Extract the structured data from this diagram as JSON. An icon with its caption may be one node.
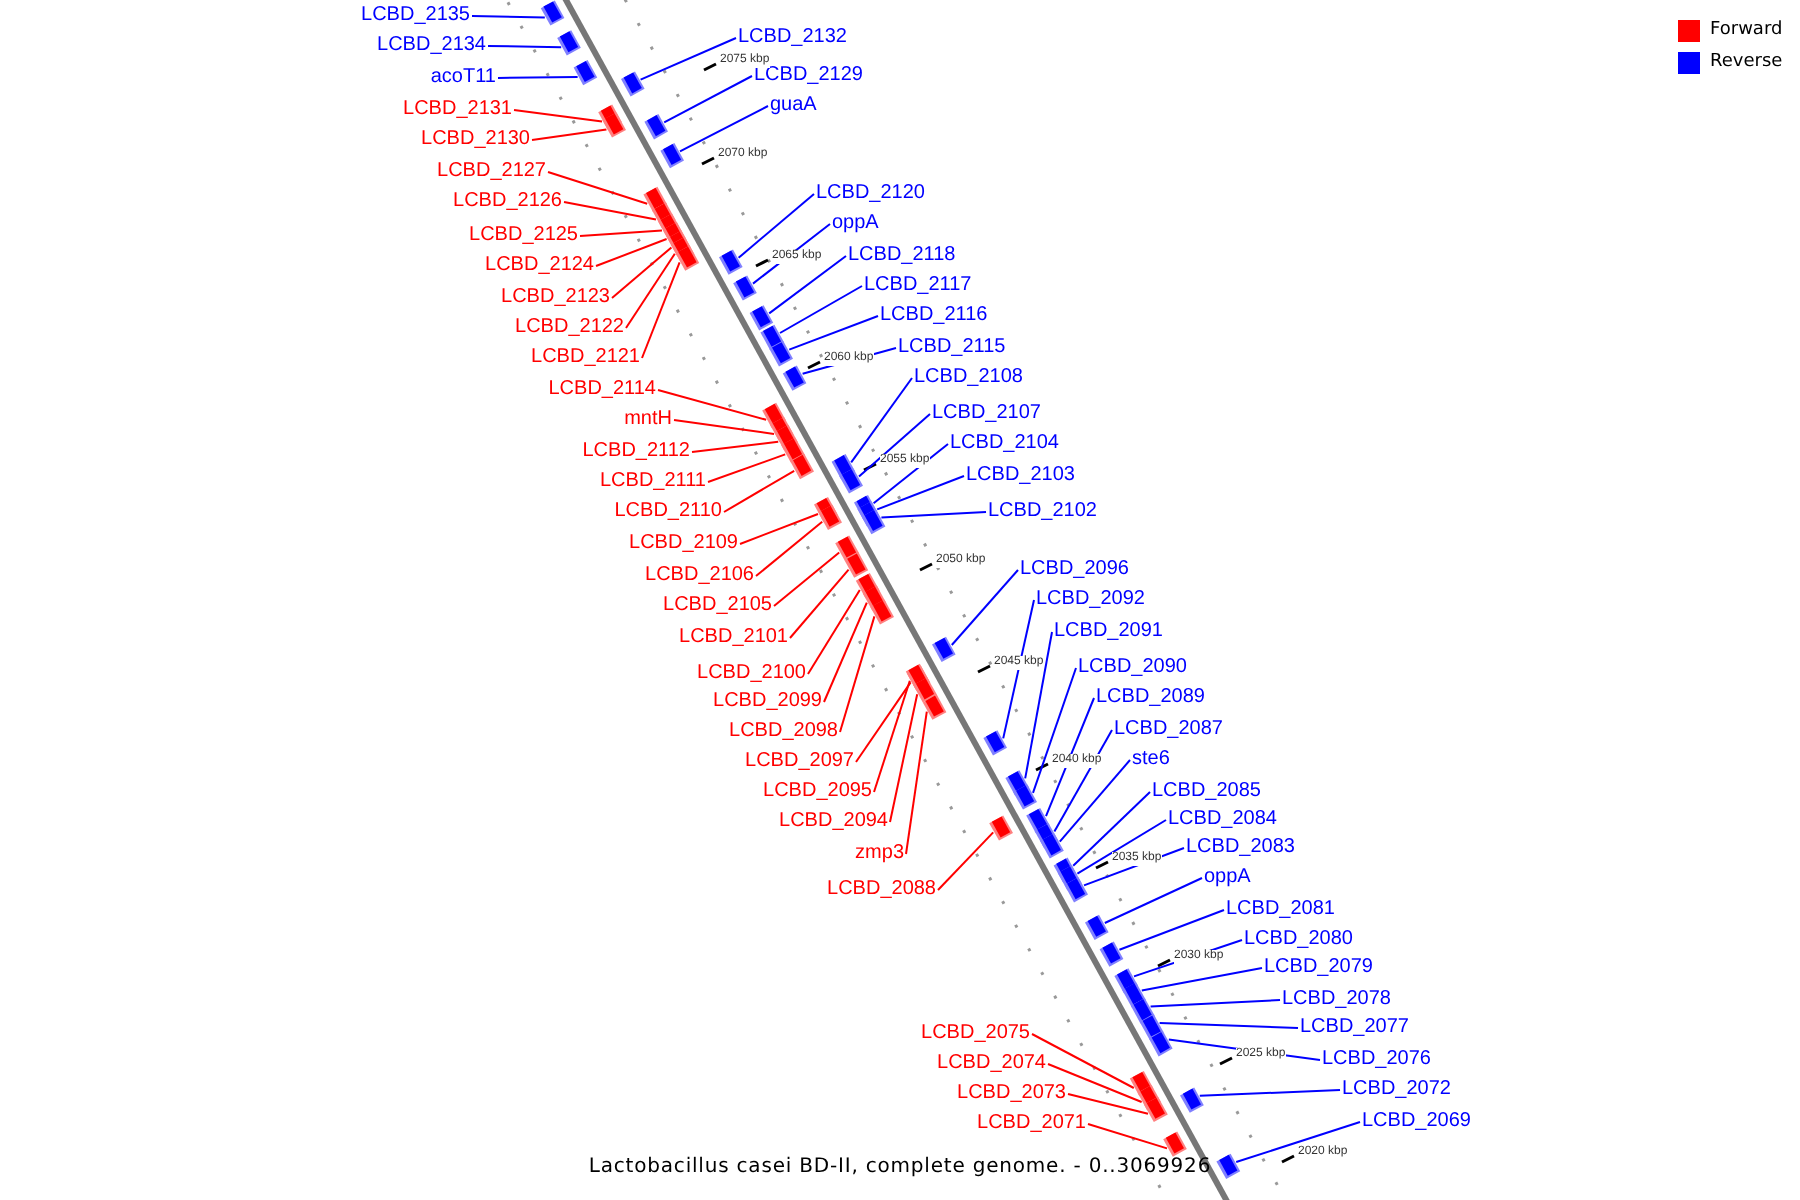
{
  "diagram": {
    "caption": "Lactobacillus casei BD-II, complete genome. - 0..3069926",
    "nodes": [
      {
        "text": [
          "LCBD_2135"
        ]
      },
      {
        "text": [
          "LCBD_2134"
        ]
      },
      {
        "text": [
          "acoT11"
        ]
      },
      {
        "text": [
          "LCBD_2131"
        ]
      },
      {
        "text": [
          "LCBD_2130"
        ]
      },
      {
        "text": [
          "LCBD_2127"
        ]
      },
      {
        "text": [
          "LCBD_2126"
        ]
      },
      {
        "text": [
          "LCBD_2125"
        ]
      },
      {
        "text": [
          "LCBD_2124"
        ]
      },
      {
        "text": [
          "LCBD_2123"
        ]
      },
      {
        "text": [
          "LCBD_2122"
        ]
      },
      {
        "text": [
          "LCBD_2121"
        ]
      },
      {
        "text": [
          "LCBD_2114"
        ]
      },
      {
        "text": [
          "mntH"
        ]
      },
      {
        "text": [
          "LCBD_2112"
        ]
      },
      {
        "text": [
          "LCBD_2111"
        ]
      },
      {
        "text": [
          "LCBD_2110"
        ]
      },
      {
        "text": [
          "LCBD_2109"
        ]
      },
      {
        "text": [
          "LCBD_2106"
        ]
      },
      {
        "text": [
          "LCBD_2105"
        ]
      },
      {
        "text": [
          "LCBD_2101"
        ]
      },
      {
        "text": [
          "LCBD_2100"
        ]
      },
      {
        "text": [
          "LCBD_2099"
        ]
      },
      {
        "text": [
          "LCBD_2098"
        ]
      },
      {
        "text": [
          "LCBD_2097"
        ]
      },
      {
        "text": [
          "LCBD_2095"
        ]
      },
      {
        "text": [
          "LCBD_2094"
        ]
      },
      {
        "text": [
          "zmp3"
        ]
      },
      {
        "text": [
          "LCBD_2088"
        ]
      },
      {
        "text": [
          "LCBD_2075"
        ]
      },
      {
        "text": [
          "LCBD_2074"
        ]
      },
      {
        "text": [
          "LCBD_2073"
        ]
      },
      {
        "text": [
          "LCBD_2071"
        ]
      },
      {
        "text": [
          "LCBD_2132"
        ]
      },
      {
        "text": [
          "LCBD_2129"
        ]
      },
      {
        "text": [
          "guaA"
        ]
      },
      {
        "text": [
          "LCBD_2120"
        ]
      },
      {
        "text": [
          "oppA"
        ]
      },
      {
        "text": [
          "LCBD_2118"
        ]
      },
      {
        "text": [
          "LCBD_2117"
        ]
      },
      {
        "text": [
          "LCBD_2116"
        ]
      },
      {
        "text": [
          "LCBD_2115"
        ]
      },
      {
        "text": [
          "LCBD_2108"
        ]
      },
      {
        "text": [
          "LCBD_2107"
        ]
      },
      {
        "text": [
          "LCBD_2104"
        ]
      },
      {
        "text": [
          "LCBD_2103"
        ]
      },
      {
        "text": [
          "LCBD_2102"
        ]
      },
      {
        "text": [
          "LCBD_2096"
        ]
      },
      {
        "text": [
          "LCBD_2092"
        ]
      },
      {
        "text": [
          "LCBD_2091"
        ]
      },
      {
        "text": [
          "LCBD_2090"
        ]
      },
      {
        "text": [
          "LCBD_2089"
        ]
      },
      {
        "text": [
          "LCBD_2087"
        ]
      },
      {
        "text": [
          "ste6"
        ]
      },
      {
        "text": [
          "LCBD_2085"
        ]
      },
      {
        "text": [
          "LCBD_2084"
        ]
      },
      {
        "text": [
          "LCBD_2083"
        ]
      },
      {
        "text": [
          "oppA"
        ]
      },
      {
        "text": [
          "LCBD_2081"
        ]
      },
      {
        "text": [
          "LCBD_2080"
        ]
      },
      {
        "text": [
          "LCBD_2079"
        ]
      },
      {
        "text": [
          "LCBD_2078"
        ]
      },
      {
        "text": [
          "LCBD_2077"
        ]
      },
      {
        "text": [
          "LCBD_2076"
        ]
      },
      {
        "text": [
          "LCBD_2072"
        ]
      },
      {
        "text": [
          "LCBD_2069"
        ]
      },
      {
        "text": [],
        "shape": "box"
      },
      {
        "text": [],
        "shape": "box"
      },
      {
        "text": [],
        "shape": "box"
      },
      {
        "text": [],
        "shape": "box"
      },
      {
        "text": [],
        "shape": "box"
      },
      {
        "text": [],
        "shape": "box"
      },
      {
        "text": [],
        "shape": "box"
      },
      {
        "text": [],
        "shape": "box"
      },
      {
        "text": [],
        "shape": "box"
      },
      {
        "text": [],
        "shape": "box"
      },
      {
        "text": [],
        "shape": "box"
      },
      {
        "text": [],
        "shape": "box"
      },
      {
        "text": [],
        "shape": "box"
      },
      {
        "text": [],
        "shape": "box"
      },
      {
        "text": [],
        "shape": "box"
      },
      {
        "text": [],
        "shape": "box"
      },
      {
        "text": [],
        "shape": "box"
      },
      {
        "text": [],
        "shape": "box"
      },
      {
        "text": [],
        "shape": "box"
      },
      {
        "text": [],
        "shape": "box"
      },
      {
        "text": [],
        "shape": "box"
      },
      {
        "text": [],
        "shape": "box"
      },
      {
        "text": [],
        "shape": "box"
      },
      {
        "text": [],
        "shape": "box"
      },
      {
        "text": [],
        "shape": "box"
      },
      {
        "text": [],
        "shape": "box"
      },
      {
        "text": [],
        "shape": "box"
      },
      {
        "text": [],
        "shape": "box"
      },
      {
        "text": [],
        "shape": "box"
      },
      {
        "text": [],
        "shape": "box"
      },
      {
        "text": [],
        "shape": "box"
      },
      {
        "text": [],
        "shape": "box"
      },
      {
        "text": [],
        "shape": "box"
      },
      {
        "text": [],
        "shape": "box"
      },
      {
        "text": [],
        "shape": "box"
      },
      {
        "text": [],
        "shape": "box"
      },
      {
        "text": [],
        "shape": "box"
      },
      {
        "text": [],
        "shape": "box"
      },
      {
        "text": [],
        "shape": "box"
      },
      {
        "text": [],
        "shape": "box"
      },
      {
        "text": [],
        "shape": "box"
      },
      {
        "text": [],
        "shape": "box"
      },
      {
        "text": [],
        "shape": "box"
      },
      {
        "text": [],
        "shape": "box"
      },
      {
        "text": [],
        "shape": "box"
      },
      {
        "text": [],
        "shape": "box"
      },
      {
        "text": [],
        "shape": "box"
      },
      {
        "text": [],
        "shape": "box"
      },
      {
        "text": [],
        "shape": "box"
      },
      {
        "text": [],
        "shape": "box"
      },
      {
        "text": [],
        "shape": "box"
      },
      {
        "text": [],
        "shape": "box"
      },
      {
        "text": [],
        "shape": "box"
      },
      {
        "text": [],
        "shape": "box"
      },
      {
        "text": [],
        "shape": "box"
      },
      {
        "text": [],
        "shape": "box"
      },
      {
        "text": [],
        "shape": "box"
      },
      {
        "text": [],
        "shape": "box"
      },
      {
        "text": [],
        "shape": "box"
      },
      {
        "text": [],
        "shape": "box"
      },
      {
        "text": [],
        "shape": "box"
      },
      {
        "text": [],
        "shape": "box"
      },
      {
        "text": [],
        "shape": "box"
      },
      {
        "text": [],
        "shape": "box"
      },
      {
        "text": [],
        "shape": "box"
      },
      {
        "text": [],
        "shape": "box"
      }
    ],
    "edges": [
      {
        "from": 0,
        "to": 66,
        "arrow": "none"
      },
      {
        "from": 1,
        "to": 67,
        "arrow": "none"
      },
      {
        "from": 2,
        "to": 68,
        "arrow": "none"
      },
      {
        "from": 3,
        "to": 69,
        "arrow": "none",
        "color": "#ff0000"
      },
      {
        "from": 4,
        "to": 70,
        "arrow": "none",
        "color": "#ff0000"
      },
      {
        "from": 5,
        "to": 71,
        "arrow": "none",
        "color": "#ff0000"
      },
      {
        "from": 6,
        "to": 72,
        "arrow": "none",
        "color": "#ff0000"
      },
      {
        "from": 7,
        "to": 73,
        "arrow": "none",
        "color": "#ff0000"
      },
      {
        "from": 8,
        "to": 74,
        "arrow": "none",
        "color": "#ff0000"
      },
      {
        "from": 9,
        "to": 75,
        "arrow": "none",
        "color": "#ff0000"
      },
      {
        "from": 10,
        "to": 76,
        "arrow": "none",
        "color": "#ff0000"
      },
      {
        "from": 11,
        "to": 77,
        "arrow": "none",
        "color": "#ff0000"
      },
      {
        "from": 12,
        "to": 78,
        "arrow": "none",
        "color": "#ff0000"
      },
      {
        "from": 13,
        "to": 79,
        "arrow": "none",
        "color": "#ff0000"
      },
      {
        "from": 14,
        "to": 80,
        "arrow": "none",
        "color": "#ff0000"
      },
      {
        "from": 15,
        "to": 81,
        "arrow": "none",
        "color": "#ff0000"
      },
      {
        "from": 16,
        "to": 82,
        "arrow": "none",
        "color": "#ff0000"
      },
      {
        "from": 17,
        "to": 83,
        "arrow": "none",
        "color": "#ff0000"
      },
      {
        "from": 18,
        "to": 84,
        "arrow": "none",
        "color": "#ff0000"
      },
      {
        "from": 19,
        "to": 85,
        "arrow": "none",
        "color": "#ff0000"
      },
      {
        "from": 20,
        "to": 86,
        "arrow": "none",
        "color": "#ff0000"
      },
      {
        "from": 21,
        "to": 87,
        "arrow": "none",
        "color": "#ff0000"
      },
      {
        "from": 22,
        "to": 88,
        "arrow": "none",
        "color": "#ff0000"
      },
      {
        "from": 23,
        "to": 89,
        "arrow": "none",
        "color": "#ff0000"
      },
      {
        "from": 24,
        "to": 90,
        "arrow": "none",
        "color": "#ff0000"
      },
      {
        "from": 25,
        "to": 91,
        "arrow": "none",
        "color": "#ff0000"
      },
      {
        "from": 26,
        "to": 92,
        "arrow": "none",
        "color": "#ff0000"
      },
      {
        "from": 27,
        "to": 93,
        "arrow": "none",
        "color": "#ff0000"
      },
      {
        "from": 28,
        "to": 94,
        "arrow": "none",
        "color": "#ff0000"
      },
      {
        "from": 29,
        "to": 95,
        "arrow": "none",
        "color": "#ff0000"
      },
      {
        "from": 30,
        "to": 96,
        "arrow": "none",
        "color": "#ff0000"
      },
      {
        "from": 31,
        "to": 97,
        "arrow": "none",
        "color": "#ff0000"
      },
      {
        "from": 32,
        "to": 98,
        "arrow": "none",
        "color": "#ff0000"
      },
      {
        "from": 33,
        "to": 99,
        "arrow": "none"
      },
      {
        "from": 34,
        "to": 100,
        "arrow": "none"
      },
      {
        "from": 35,
        "to": 101,
        "arrow": "none"
      },
      {
        "from": 36,
        "to": 102,
        "arrow": "none"
      },
      {
        "from": 37,
        "to": 103,
        "arrow": "none"
      },
      {
        "from": 38,
        "to": 104,
        "arrow": "none"
      },
      {
        "from": 39,
        "to": 105,
        "arrow": "none"
      },
      {
        "from": 40,
        "to": 106,
        "arrow": "none"
      },
      {
        "from": 41,
        "to": 107,
        "arrow": "none"
      },
      {
        "from": 42,
        "to": 108,
        "arrow": "none"
      },
      {
        "from": 43,
        "to": 109,
        "arrow": "none"
      },
      {
        "from": 44,
        "to": 110,
        "arrow": "none"
      },
      {
        "from": 45,
        "to": 111,
        "arrow": "none"
      },
      {
        "from": 46,
        "to": 112,
        "arrow": "none"
      },
      {
        "from": 47,
        "to": 113,
        "arrow": "none"
      },
      {
        "from": 48,
        "to": 114,
        "arrow": "none"
      },
      {
        "from": 49,
        "to": 115,
        "arrow": "none"
      },
      {
        "from": 50,
        "to": 116,
        "arrow": "none"
      },
      {
        "from": 51,
        "to": 117,
        "arrow": "none"
      },
      {
        "from": 52,
        "to": 118,
        "arrow": "none"
      },
      {
        "from": 53,
        "to": 119,
        "arrow": "none"
      },
      {
        "from": 54,
        "to": 120,
        "arrow": "none"
      },
      {
        "from": 55,
        "to": 121,
        "arrow": "none"
      },
      {
        "from": 56,
        "to": 122,
        "arrow": "none"
      },
      {
        "from": 57,
        "to": 123,
        "arrow": "none"
      },
      {
        "from": 58,
        "to": 124,
        "arrow": "none"
      },
      {
        "from": 59,
        "to": 125,
        "arrow": "none"
      },
      {
        "from": 60,
        "to": 126,
        "arrow": "none"
      },
      {
        "from": 61,
        "to": 127,
        "arrow": "none"
      },
      {
        "from": 62,
        "to": 128,
        "arrow": "none"
      },
      {
        "from": 63,
        "to": 129,
        "arrow": "none"
      },
      {
        "from": 64,
        "to": 130,
        "arrow": "none"
      },
      {
        "from": 65,
        "to": 131,
        "arrow": "none"
      }
    ],
    "labels": [
      "2075 kbp",
      "2070 kbp",
      "2065 kbp",
      "2060 kbp",
      "2055 kbp",
      "2050 kbp",
      "2045 kbp",
      "2040 kbp",
      "2035 kbp",
      "2030 kbp",
      "2025 kbp",
      "2020 kbp"
    ],
    "legend": [
      {
        "text": "Forward",
        "color": "#ff0000"
      },
      {
        "text": "Reverse",
        "color": "#0000ff"
      }
    ]
  }
}
